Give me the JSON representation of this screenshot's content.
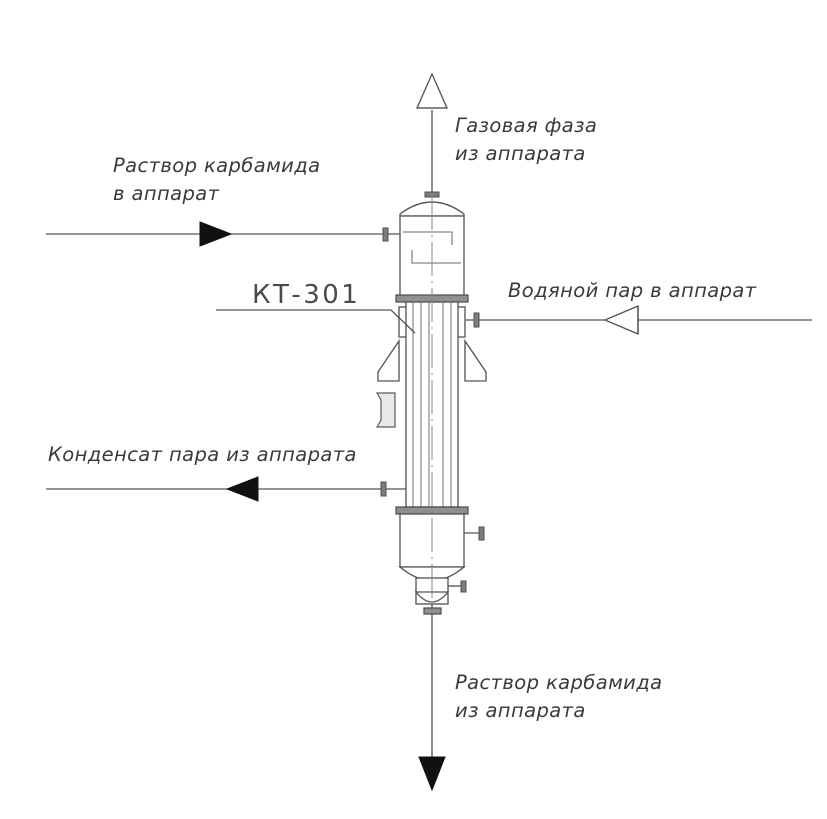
{
  "drawing": {
    "type": "process-flow-diagram",
    "equipment_tag": "КТ-301",
    "background_color": "#ffffff",
    "line_color": "#565656",
    "text_color": "#3a3a3a",
    "accent_color": "#111111"
  },
  "streams": [
    {
      "id": "gas-outlet",
      "label_line1": "Газовая фаза",
      "label_line2": "из аппарата",
      "direction": "up",
      "arrow_style": "open",
      "position": "top"
    },
    {
      "id": "carbamide-inlet",
      "label_line1": "Раствор карбамида",
      "label_line2": "в аппарат",
      "direction": "right",
      "arrow_style": "solid",
      "position": "upper-left"
    },
    {
      "id": "steam-inlet",
      "label_line1": "Водяной пар в аппарат",
      "label_line2": "",
      "direction": "left",
      "arrow_style": "open",
      "position": "middle-right"
    },
    {
      "id": "condensate-outlet",
      "label_line1": "Конденсат пара из аппарата",
      "label_line2": "",
      "direction": "left",
      "arrow_style": "solid",
      "position": "lower-left"
    },
    {
      "id": "carbamide-outlet",
      "label_line1": "Раствор карбамида",
      "label_line2": "из аппарата",
      "direction": "down",
      "arrow_style": "solid",
      "position": "bottom"
    }
  ],
  "equipment": {
    "tag_label": "КТ-301",
    "description": "vertical shell-and-tube apparatus",
    "sections": [
      "top-dome-head",
      "upper-separator-chamber",
      "upper-tubesheet-flange",
      "steam-inlet-box",
      "support-brackets",
      "tube-bundle-shell",
      "sight-glass",
      "lower-tubesheet-flange",
      "lower-chamber",
      "bottom-dished-head",
      "outlet-neck",
      "outlet-flange"
    ]
  }
}
